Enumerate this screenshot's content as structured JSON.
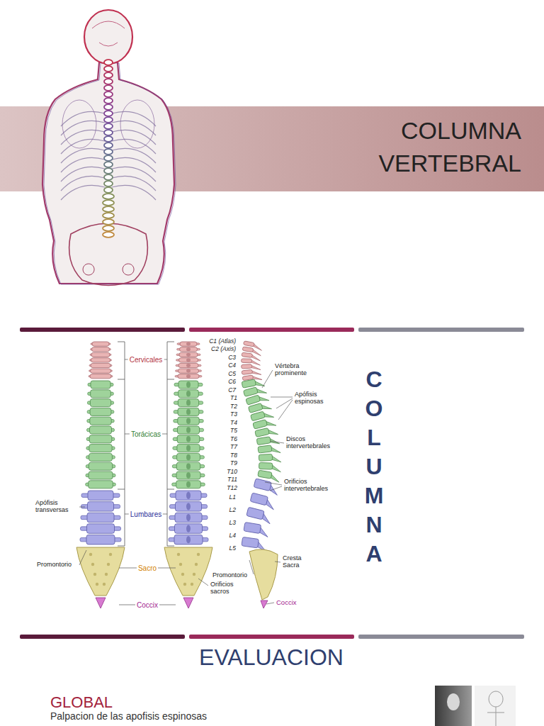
{
  "diagram": {
    "title": "COLUMNA VERTEBRAL",
    "labels": [
      "Cervicales",
      "Torácicas",
      "Lumbares",
      "Sacro",
      "Coccix",
      "Apófisis transversas",
      "Promontorio",
      "Orificios sacros",
      "C1 (Atlas)",
      "C2 (Axis)",
      "C3",
      "C4",
      "C5",
      "C6",
      "C7",
      "T1",
      "T2",
      "T3",
      "T4",
      "T5",
      "T6",
      "T7",
      "T8",
      "T9",
      "T10",
      "T11",
      "T12",
      "L1",
      "L2",
      "L3",
      "L4",
      "L5",
      "Vértebra prominente",
      "Apófisis espinosas",
      "Discos intervertebrales",
      "Orificios intervertebrales",
      "Cresta Sacra",
      "Promontorio",
      "Coccix",
      "COLUMNA",
      "EVALUACION",
      "GLOBAL",
      "Palpacion de las apofisis espinosas"
    ]
  }
}
